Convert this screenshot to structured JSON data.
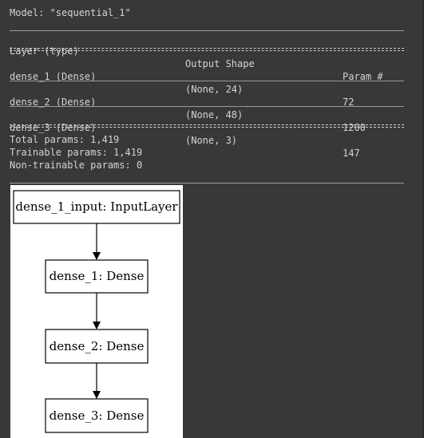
{
  "model_line": "Model: \"sequential_1\"",
  "table": {
    "headers": [
      "Layer (type)",
      "Output Shape",
      "Param #"
    ],
    "rows": [
      {
        "layer": "dense_1 (Dense)",
        "shape": "(None, 24)",
        "params": "72"
      },
      {
        "layer": "dense_2 (Dense)",
        "shape": "(None, 48)",
        "params": "1200"
      },
      {
        "layer": "dense_3 (Dense)",
        "shape": "(None, 3)",
        "params": "147"
      }
    ]
  },
  "summary": {
    "total": "Total params: 1,419",
    "trainable": "Trainable params: 1,419",
    "non_trainable": "Non-trainable params: 0"
  },
  "diagram": {
    "nodes": [
      "dense_1_input: InputLayer",
      "dense_1: Dense",
      "dense_2: Dense",
      "dense_3: Dense"
    ]
  }
}
